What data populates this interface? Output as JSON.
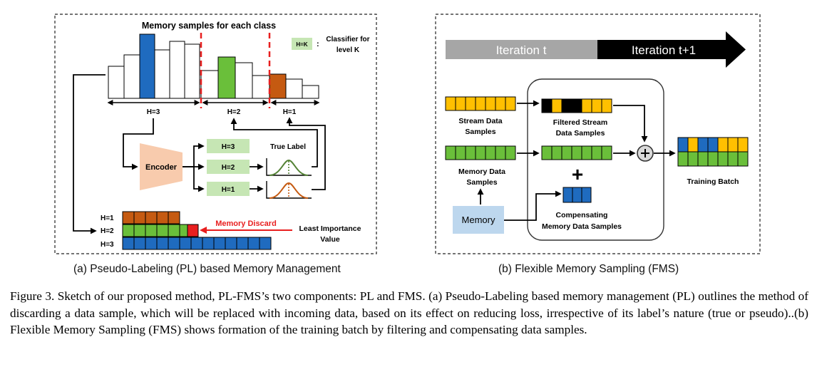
{
  "panel_a": {
    "title": "Memory samples for each class",
    "legend_box": "H=K",
    "legend_colon": ":",
    "legend_text_1": "Classifier for",
    "legend_text_2": "level K",
    "range_h3": "H=3",
    "range_h2": "H=2",
    "range_h1": "H=1",
    "encoder": "Encoder",
    "classifier_h3": "H=3",
    "classifier_h2": "H=2",
    "classifier_h1": "H=1",
    "true_label": "True Label",
    "row_h1": "H=1",
    "row_h2": "H=2",
    "row_h3": "H=3",
    "memory_discard": "Memory Discard",
    "least_importance_1": "Least Importance",
    "least_importance_2": "Value",
    "caption": "(a) Pseudo-Labeling (PL) based Memory Management"
  },
  "panel_b": {
    "iteration_t": "Iteration t",
    "iteration_t1": "Iteration t+1",
    "stream_1": "Stream Data",
    "stream_2": "Samples",
    "filtered_1": "Filtered Stream",
    "filtered_2": "Data Samples",
    "memory_data_1": "Memory Data",
    "memory_data_2": "Samples",
    "memory": "Memory",
    "compensating_1": "Compensating",
    "compensating_2": "Memory Data Samples",
    "training_batch": "Training Batch",
    "plus": "+",
    "caption": "(b) Flexible Memory Sampling (FMS)"
  },
  "colors": {
    "blue": "#1f6bbf",
    "green": "#6abf3a",
    "orange": "#c55a11",
    "red": "#e81f1f",
    "yellow": "#ffc000",
    "light_green": "#c6e6b4",
    "encoder": "#f8cbad",
    "memory_box": "#bdd7ee",
    "gray_bar": "#a6a6a6"
  },
  "figure_caption": "Figure 3. Sketch of our proposed method, PL-FMS’s two components: PL and FMS. (a) Pseudo-Labeling based memory management (PL) outlines the method of discarding a data sample, which will be replaced with incoming data, based on its effect on reducing loss, irrespective of its label’s nature (true or pseudo)..(b) Flexible Memory Sampling (FMS) shows formation of the training batch by filtering and compensating data samples."
}
